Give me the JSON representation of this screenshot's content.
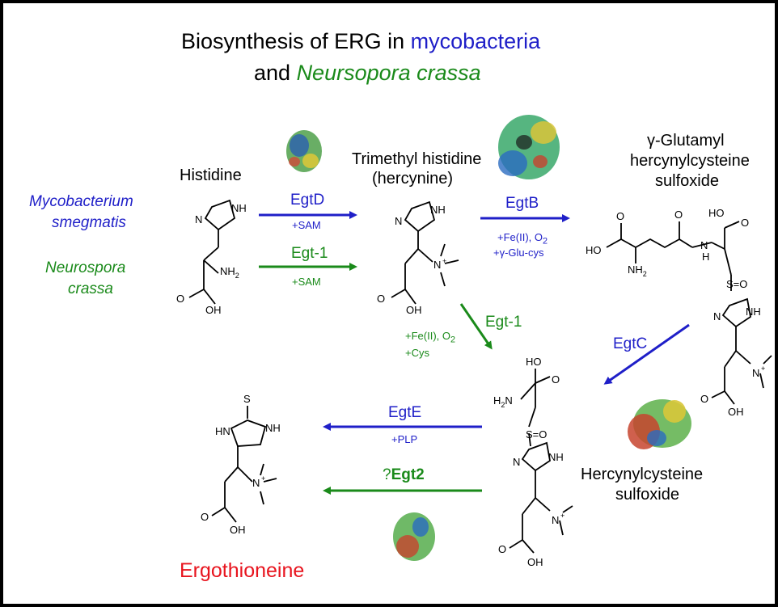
{
  "title": {
    "line1_prefix": "Biosynthesis of ERG in ",
    "line1_highlight": "mycobacteria",
    "line2_prefix": "and ",
    "line2_highlight": "Neursopora crassa"
  },
  "organisms": {
    "myco_line1": "Mycobacterium",
    "myco_line2": "smegmatis",
    "neuro_line1": "Neurospora",
    "neuro_line2": "crassa"
  },
  "compounds": {
    "histidine": "Histidine",
    "hercynine_line1": "Trimethyl histidine",
    "hercynine_line2": "(hercynine)",
    "ggc_line1": "γ-Glutamyl",
    "ggc_line2": "hercynylcysteine",
    "ggc_line3": "sulfoxide",
    "hcs_line1": "Hercynylcysteine",
    "hcs_line2": "sulfoxide",
    "ergothioneine": "Ergothioneine"
  },
  "enzymes": {
    "egtD": "EgtD",
    "egtD_cofactor": "+SAM",
    "egt1_top": "Egt-1",
    "egt1_top_cofactor": "+SAM",
    "egtB": "EgtB",
    "egtB_cofactor1": "+Fe(II), O",
    "egtB_cofactor1_sub": "2",
    "egtB_cofactor2": "+γ-Glu-cys",
    "egt1_mid": "Egt-1",
    "egt1_mid_cofactor1": "+Fe(II), O",
    "egt1_mid_cofactor1_sub": "2",
    "egt1_mid_cofactor2": "+Cys",
    "egtC": "EgtC",
    "egtE": "EgtE",
    "egtE_cofactor": "+PLP",
    "egt2_prefix": "?",
    "egt2": "Egt2"
  },
  "atoms": {
    "nh": "NH",
    "n": "N",
    "nh2": "NH",
    "nh2_sub": "2",
    "oh": "OH",
    "o": "O",
    "hooc": "HO",
    "nplus": "N",
    "plus": "+",
    "s": "S",
    "so": "S=O",
    "h2n": "H",
    "h2n_sub": "2",
    "h2n_n": "N",
    "h": "H",
    "hn": "HN"
  },
  "colors": {
    "blue": "#1f1fc8",
    "green": "#1a8a1a",
    "red": "#e8141e",
    "black": "#000000"
  }
}
